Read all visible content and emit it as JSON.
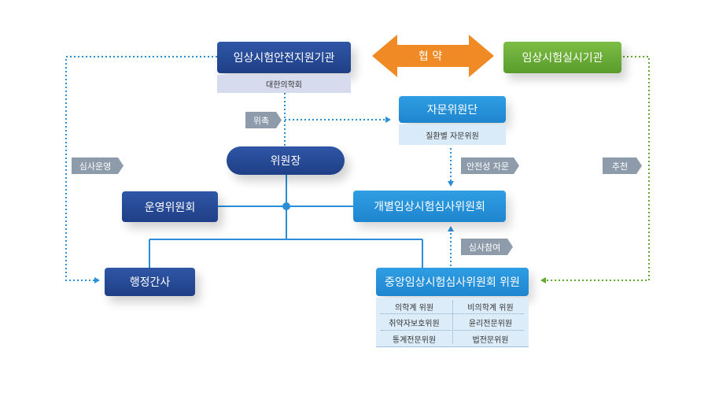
{
  "nodes": {
    "safety_org": "임상시험안전지원기관",
    "safety_org_sub": "대한의학회",
    "agreement": "협 약",
    "trial_site": "임상시험실시기관",
    "advisory_group": "자문위원단",
    "advisory_group_sub": "질환별 자문위원",
    "chair": "위원장",
    "operation_committee": "운영위원회",
    "individual_irb": "개별임상시험심사위원회",
    "admin_secretary": "행정간사",
    "central_irb_members": "중앙임상시험심사위원회 위원"
  },
  "members": [
    "의학계 위원",
    "비의학계 위원",
    "취약자보호위원",
    "윤리전문위원",
    "통계전문위원",
    "법전문위원"
  ],
  "edge_labels": {
    "appointment": "위촉",
    "review_operation": "심사운영",
    "safety_advice": "안전성 자문",
    "recommendation": "추천",
    "review_participation": "심사참여"
  },
  "colors": {
    "navy": "#24479a",
    "blue": "#2592dc",
    "green": "#6aad38",
    "orange": "#f08a24",
    "edge_label_gray": "#8d9bab",
    "dotted_blue": "#2a8fd8",
    "dotted_green": "#5faa2e",
    "solid_line": "#2a8fd8"
  }
}
